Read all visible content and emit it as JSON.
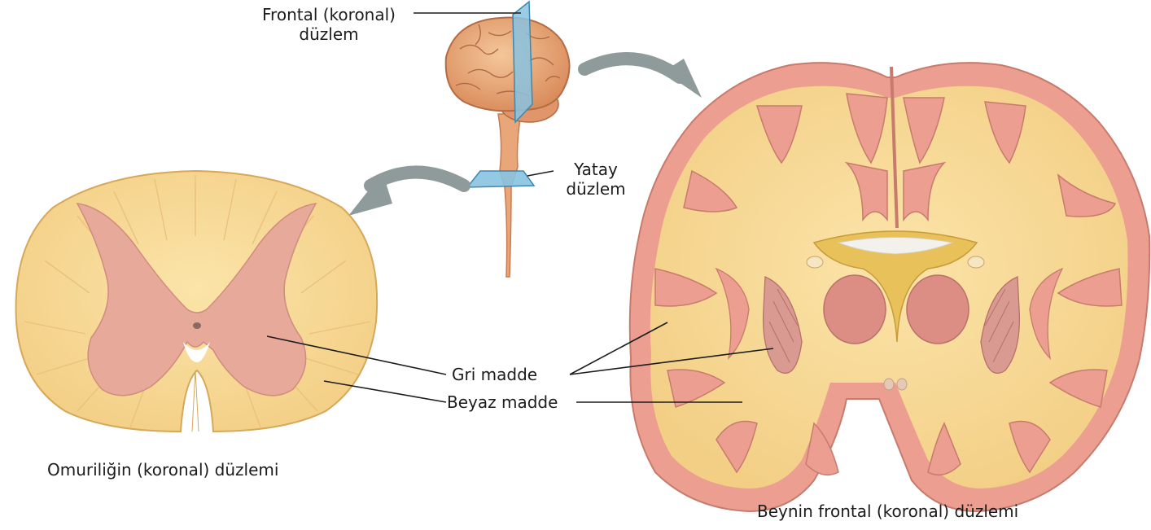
{
  "labels": {
    "frontal_plane_line1": "Frontal (koronal)",
    "frontal_plane_line2": "düzlem",
    "horizontal_plane_line1": "Yatay",
    "horizontal_plane_line2": "düzlem",
    "gray_matter": "Gri madde",
    "white_matter": "Beyaz madde",
    "spinal_cord_caption": "Omuriliğin (koronal) düzlemi",
    "brain_caption": "Beynin frontal (koronal) düzlemi"
  },
  "colors": {
    "white_matter": "#f8dc9e",
    "gray_matter": "#e7a99a",
    "cortex": "#ec9e91",
    "plane": "#88c3e0",
    "arrow": "#8f9b9a",
    "ventricle": "#e8c15a"
  }
}
